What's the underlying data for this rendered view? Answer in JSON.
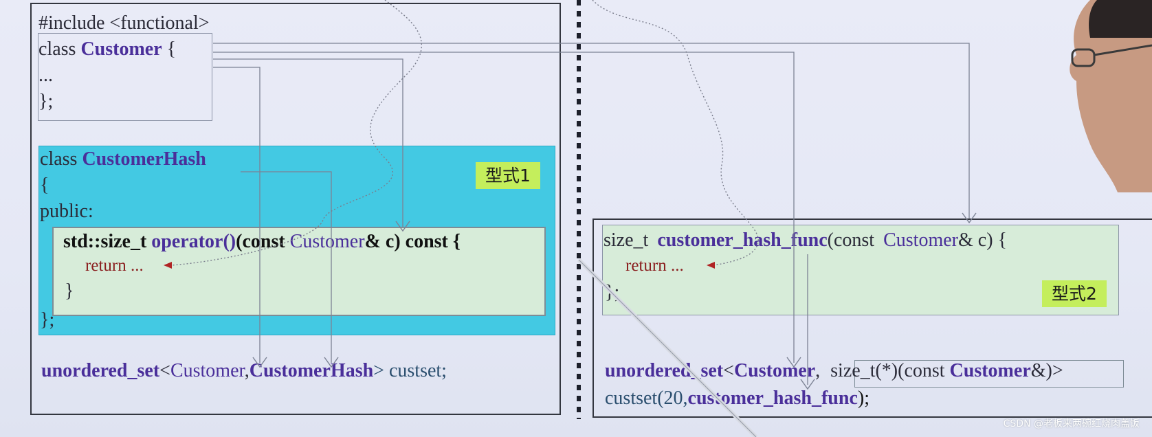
{
  "left": {
    "include_line": "#include <functional>",
    "class_kw": "class",
    "class_name": "Customer",
    "class_open": "{",
    "class_body": "...",
    "class_close": "};",
    "hash_class_kw": "class",
    "hash_class_name": "CustomerHash",
    "hash_open": "{",
    "public_label": "public:",
    "op_ret": "std::size_t",
    "op_name": "operator()",
    "op_params_open": "(const",
    "op_param_type": "Customer",
    "op_params_rest": "& c) const {",
    "op_return": "return ...",
    "op_close": "}",
    "hash_close": "};",
    "tag1": "型式1",
    "decl_container": "unordered_set",
    "decl_lt": "<",
    "decl_type": "Customer",
    "decl_comma": ",",
    "decl_hash": "CustomerHash",
    "decl_rest": "> custset;"
  },
  "right": {
    "func_ret": "size_t",
    "func_name": "customer_hash_func",
    "func_params_open": "(const",
    "func_param_type": "Customer",
    "func_params_rest": "& c) {",
    "func_return": "return ...",
    "func_close": "};",
    "tag2": "型式2",
    "decl_container": "unordered_set",
    "decl_lt": "<",
    "decl_type": "Customer",
    "decl_comma": ",",
    "decl_fp_open": "size_t(*)(const",
    "decl_fp_type": "Customer",
    "decl_fp_close": "&)>",
    "ctor_open": "custset(20,",
    "ctor_func": "customer_hash_func",
    "ctor_close": ");"
  },
  "watermark": "CSDN @老板来两碗红烧肉盖饭"
}
